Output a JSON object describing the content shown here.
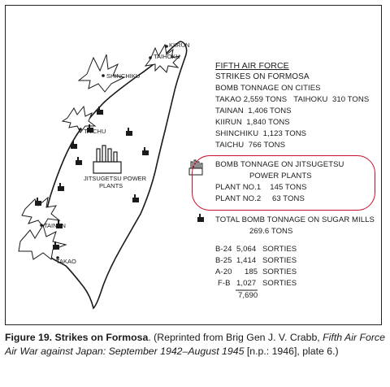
{
  "map": {
    "title": "FIFTH AIR FORCE",
    "subtitle": "STRIKES ON FORMOSA",
    "cities_heading": "BOMB TONNAGE ON CITIES",
    "city_tonnage": [
      "TAKAO 2,559 TONS   TAIHOKU  310 TONS",
      "TAINAN  1,406 TONS",
      "KIIRUN  1,840 TONS",
      "SHINCHIKU  1,123 TONS",
      "TAICHU  766 TONS"
    ],
    "plants": {
      "heading": "BOMB TONNAGE ON JITSUGETSU",
      "heading2": "POWER PLANTS",
      "plant1": "PLANT NO.1    145 TONS",
      "plant2": "PLANT NO.2     63 TONS"
    },
    "sugar": {
      "heading": "TOTAL BOMB TONNAGE ON SUGAR MILLS",
      "value": "269.6 TONS"
    },
    "sorties": [
      {
        "type": "B-24",
        "count": "5,064",
        "label": "SORTIES"
      },
      {
        "type": "B-25",
        "count": "1,414",
        "label": "SORTIES"
      },
      {
        "type": "A-20",
        "count": "185",
        "label": "SORTIES"
      },
      {
        "type": "F-B",
        "count": "1,027",
        "label": "SORTIES"
      }
    ],
    "sorties_total": "7,690",
    "city_labels": {
      "kiirun": "KIIRUN",
      "taihoku": "TAIHOKU",
      "shinchiku": "SHINCHIKU",
      "taichu": "TAICHU",
      "tainan": "TAINAN",
      "takao": "TAKAO",
      "plant_line1": "JITSUGETSU POWER",
      "plant_line2": "PLANTS"
    }
  },
  "caption": {
    "figure": "Figure 19. Strikes on Formosa",
    "text1": ". (Reprinted from Brig Gen J. V. Crabb, ",
    "italic": "Fifth Air Force Air War against Japan: September 1942–August 1945",
    "text2": " [n.p.: 1946], plate 6.)"
  },
  "colors": {
    "highlight": "#c8102e",
    "ink": "#1a1a1a"
  },
  "icons": [
    "explosion-icon",
    "sugar-mill-icon",
    "power-plant-icon"
  ]
}
